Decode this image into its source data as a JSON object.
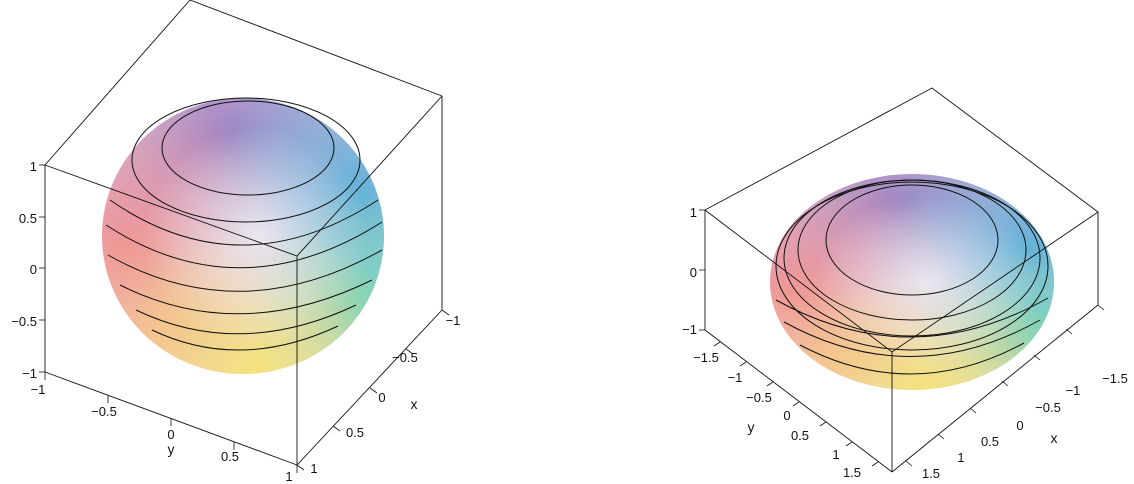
{
  "plots": [
    {
      "name": "sphere",
      "z_ticks": [
        "1",
        "0.5",
        "0",
        "−0.5",
        "−1"
      ],
      "y_ticks": [
        "−1",
        "−0.5",
        "0",
        "0.5",
        "1"
      ],
      "x_ticks": [
        "−1",
        "−0.5",
        "0",
        "0.5",
        "1"
      ],
      "x_axis_label": "x",
      "y_axis_label": "y"
    },
    {
      "name": "oblate-spheroid",
      "z_ticks": [
        "1",
        "0",
        "−1"
      ],
      "y_ticks": [
        "−1.5",
        "−1",
        "−0.5",
        "0",
        "0.5",
        "1",
        "1.5"
      ],
      "x_ticks": [
        "−1.5",
        "−1",
        "−0.5",
        "0",
        "0.5",
        "1",
        "1.5"
      ],
      "x_axis_label": "x",
      "y_axis_label": "y"
    }
  ],
  "colors": {
    "top": "#8f78b8",
    "right": "#6ab8d8",
    "left": "#e89aa8",
    "bottom": "#f5e08a",
    "teal": "#78d0c0"
  }
}
